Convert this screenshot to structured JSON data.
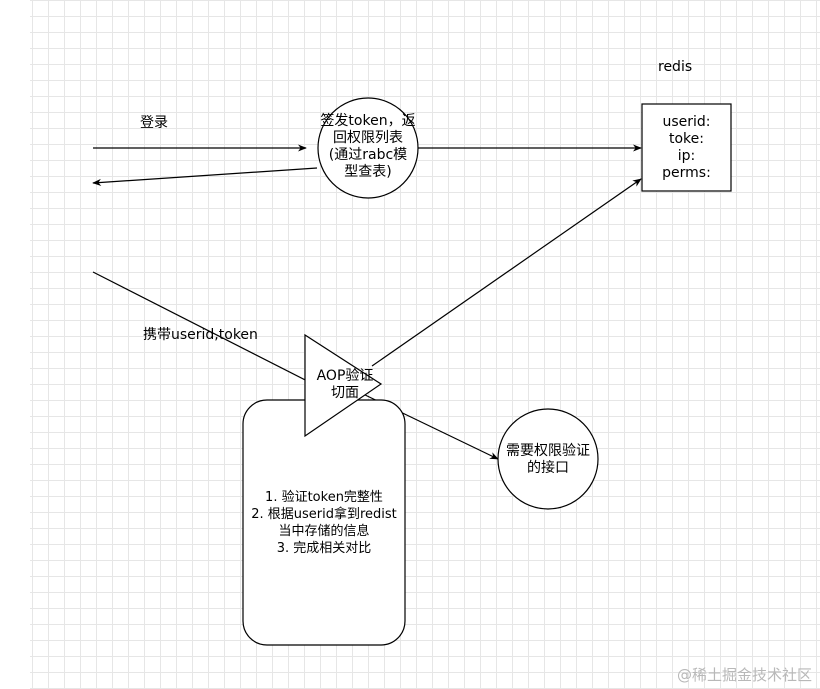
{
  "labels": {
    "login": "登录",
    "carry": "携带userid,token",
    "redis": "redis"
  },
  "issue_node": {
    "lines": [
      "签发token，返",
      "回权限列表",
      "(通过rabc模",
      "型查表)"
    ]
  },
  "redis_box": {
    "lines": [
      "userid:",
      "toke:",
      "ip:",
      "perms:"
    ]
  },
  "aop_node": {
    "lines": [
      "AOP验证",
      "切面"
    ]
  },
  "interface_node": {
    "lines": [
      "需要权限验证",
      "的接口"
    ]
  },
  "steps_box": {
    "lines": [
      "1. 验证token完整性",
      "2. 根据userid拿到redist",
      "当中存储的信息",
      "3. 完成相关对比"
    ]
  },
  "watermark": "@稀土掘金技术社区"
}
